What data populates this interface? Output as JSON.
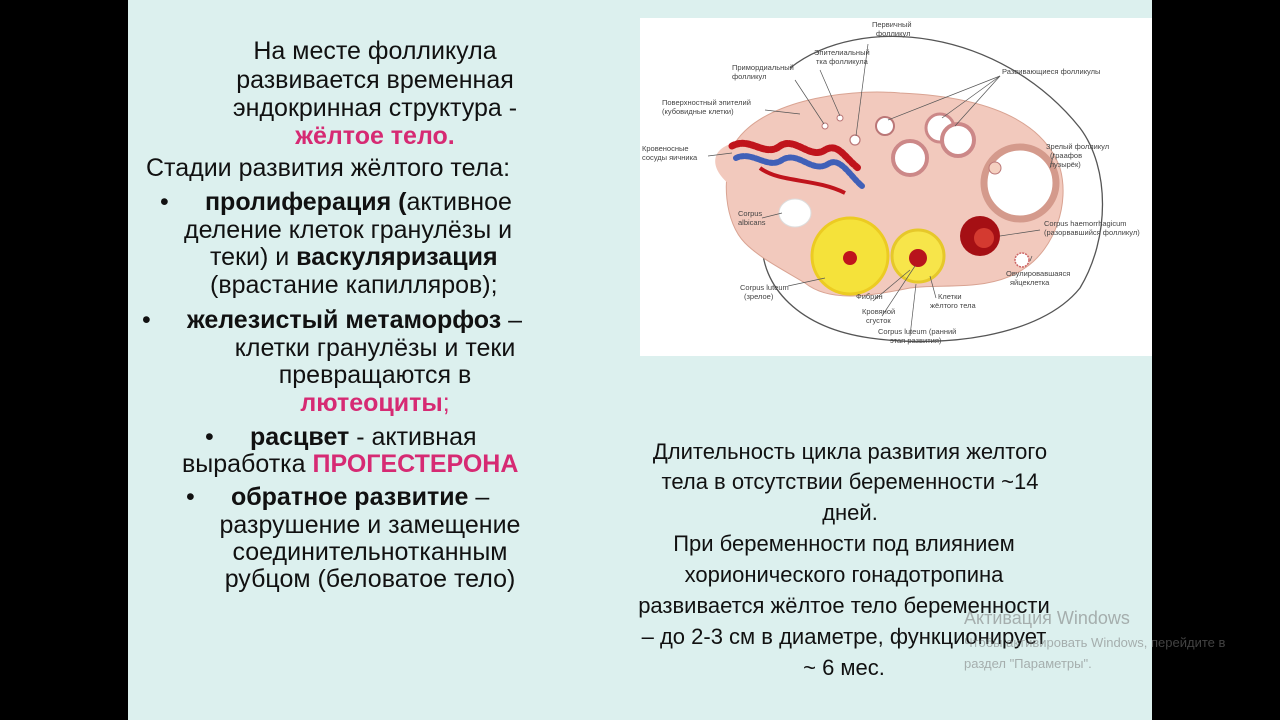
{
  "left": {
    "intro": [
      "На месте фолликула",
      "развивается временная",
      "эндокринная структура -"
    ],
    "intro_highlight": "жёлтое тело.",
    "stages_heading": "Стадии развития жёлтого тела:",
    "bullet": "•",
    "b1": {
      "bold": "пролиферация (",
      "rest1": "активное",
      "line2": "деление клеток гранулёзы и",
      "line3_pre": "теки) и ",
      "line3_bold": "васкуляризация",
      "line4": "(врастание капилляров);"
    },
    "b2": {
      "bold": "железистый метаморфоз",
      "rest1": " –",
      "line2": "клетки гранулёзы и теки",
      "line3": "превращаются в",
      "line4_highlight": "лютеоциты",
      "line4_end": ";"
    },
    "b3": {
      "bold": "расцвет",
      "rest1": " - активная",
      "line2_pre": "выработка ",
      "line2_highlight": "ПРОГЕСТЕРОНА"
    },
    "b4": {
      "bold": "обратное развитие",
      "rest1": " –",
      "line2": "разрушение и замещение",
      "line3": "соединительнотканным",
      "line4": "рубцом (беловатое тело)"
    }
  },
  "diagram": {
    "labels": {
      "primary": [
        "Первичный",
        "фолликул"
      ],
      "theca": [
        "Эпителиальный",
        "тка фолликула"
      ],
      "primordial": [
        "Примордиальный",
        "фолликул"
      ],
      "developing": [
        "Развивающиеся фолликулы"
      ],
      "surface": [
        "Поверхностный эпителий",
        "(кубовидные клетки)"
      ],
      "vessels": [
        "Кровеносные",
        "сосуды яичника"
      ],
      "mature": [
        "Зрелый фолликул",
        "(граафов",
        "пузырёк)"
      ],
      "albicans": [
        "Corpus",
        "albicans"
      ],
      "haemorrhagicum": [
        "Corpus haemorrhagicum",
        "(разорвавшийся фолликул)"
      ],
      "luteum_mature": [
        "Corpus luteum",
        "(зрелое)"
      ],
      "ovulated": [
        "Овулировавшаяся",
        "яйцеклетка"
      ],
      "fibrin": [
        "Фибрин"
      ],
      "clot": [
        "Кровяной",
        "сгусток"
      ],
      "lutein_cells": [
        "Клетки",
        "жёлтого тела"
      ],
      "luteum_early": [
        "Corpus luteum (ранний",
        "этап развития)"
      ]
    }
  },
  "right": {
    "lines": [
      "Длительность цикла развития желтого",
      "тела в отсутствии беременности ~14",
      "дней.",
      "При  беременности под влиянием",
      "хорионического гонадотропина",
      "развивается жёлтое тело беременности",
      "– до 2-3 см в диаметре, функционирует",
      "~ 6 мес."
    ]
  },
  "watermark": {
    "title": "Активация Windows",
    "line1": "Чтобы активировать Windows, перейдите в",
    "line2": "раздел \"Параметры\"."
  },
  "colors": {
    "slide_bg": "#dcf0ee",
    "highlight": "#d62a73",
    "tissue": "#f2c9bd",
    "corpus_luteum": "#f5e23a",
    "blood": "#b8141c"
  }
}
